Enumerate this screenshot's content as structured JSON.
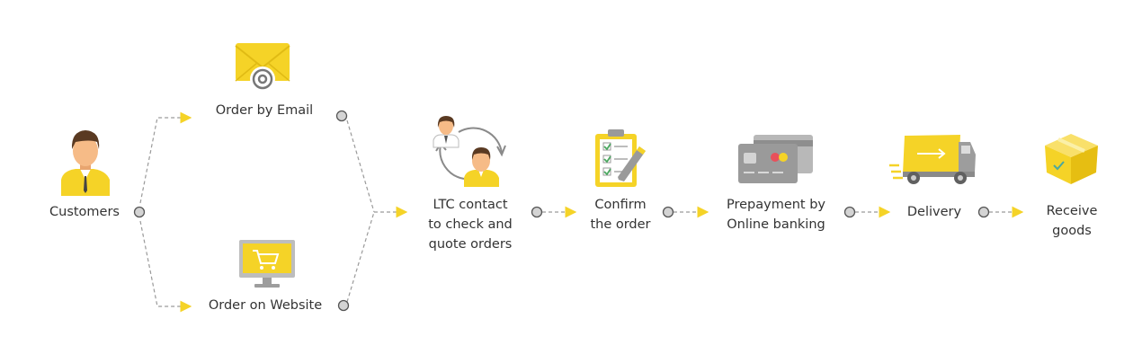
{
  "colors": {
    "accent": "#f5d327",
    "accent_dark": "#e6be12",
    "connector": "#9a9a9a",
    "dot_fill": "#d4d4d4",
    "text": "#333333"
  },
  "nodes": {
    "customers": {
      "label": "Customers",
      "icon": "customer-icon"
    },
    "email": {
      "label": "Order by Email",
      "icon": "email-icon"
    },
    "website": {
      "label": "Order on Website",
      "icon": "computer-cart-icon"
    },
    "ltc": {
      "lines": [
        "LTC contact",
        "to check and",
        "quote orders"
      ],
      "icon": "contact-cycle-icon"
    },
    "confirm": {
      "lines": [
        "Confirm",
        "the order"
      ],
      "icon": "clipboard-checklist-icon"
    },
    "prepayment": {
      "lines": [
        "Prepayment by",
        "Online banking"
      ],
      "icon": "credit-cards-icon"
    },
    "delivery": {
      "label": "Delivery",
      "icon": "delivery-truck-icon"
    },
    "receive": {
      "lines": [
        "Receive",
        "goods"
      ],
      "icon": "package-box-icon"
    }
  }
}
